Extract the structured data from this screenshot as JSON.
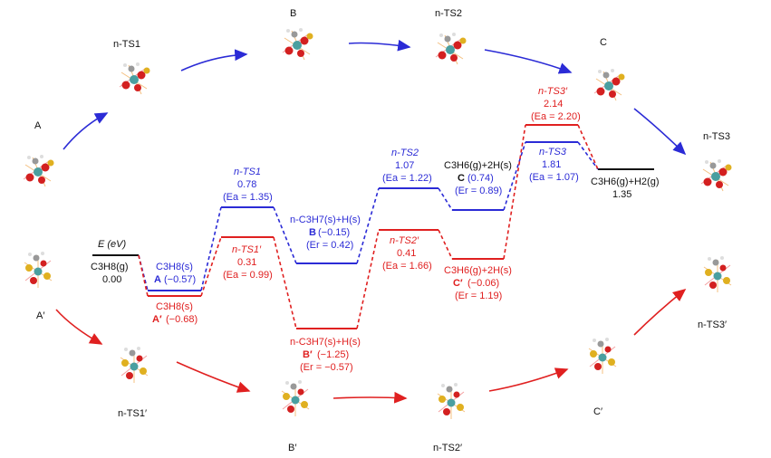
{
  "energy_axis_label": "E (eV)",
  "upper_path_labels": {
    "A": "A",
    "n_TS1": "n-TS1",
    "B": "B",
    "n_TS2": "n-TS2",
    "C": "C",
    "n_TS3": "n-TS3"
  },
  "lower_path_labels": {
    "A_prime": "A′",
    "n_TS1_prime": "n-TS1′",
    "B_prime": "B′",
    "n_TS2_prime": "n-TS2′",
    "C_prime": "C′",
    "n_TS3_prime": "n-TS3′"
  },
  "levels": {
    "start": {
      "species": "C3H8(g)",
      "value": "0.00"
    },
    "A": {
      "species": "C3H8(s)",
      "name": "A",
      "value": "(−0.57)"
    },
    "A_prime": {
      "species": "C3H8(s)",
      "name": "A′",
      "value": "(−0.68)"
    },
    "n_TS1": {
      "name": "n-TS1",
      "value": "0.78",
      "ea": "(Ea = 1.35)"
    },
    "n_TS1_prime": {
      "name": "n-TS1′",
      "value": "0.31",
      "ea": "(Ea = 0.99)"
    },
    "B": {
      "species": "n-C3H7(s)+H(s)",
      "name": "B",
      "value": "(−0.15)",
      "er": "(Er = 0.42)"
    },
    "B_prime": {
      "species": "n-C3H7(s)+H(s)",
      "name": "B′",
      "value": "(−1.25)",
      "er": "(Er = −0.57)"
    },
    "n_TS2": {
      "name": "n-TS2",
      "value": "1.07",
      "ea": "(Ea = 1.22)"
    },
    "n_TS2_prime": {
      "name": "n-TS2′",
      "value": "0.41",
      "ea": "(Ea = 1.66)"
    },
    "C": {
      "species": "C3H6(g)+2H(s)",
      "name": "C",
      "value": "(0.74)",
      "er": "(Er = 0.89)"
    },
    "C_prime": {
      "species": "C3H6(g)+2H(s)",
      "name": "C′",
      "value": "(−0.06)",
      "er": "(Er = 1.19)"
    },
    "n_TS3": {
      "name": "n-TS3",
      "value": "1.81",
      "ea": "(Ea = 1.07)"
    },
    "n_TS3_prime": {
      "name": "n-TS3′",
      "value": "2.14",
      "ea": "(Ea = 2.20)"
    },
    "end": {
      "species": "C3H6(g)+H2(g)",
      "value": "1.35"
    }
  },
  "colors": {
    "blue_path": "#2b2bd6",
    "red_path": "#e02020",
    "final": "#111111"
  }
}
